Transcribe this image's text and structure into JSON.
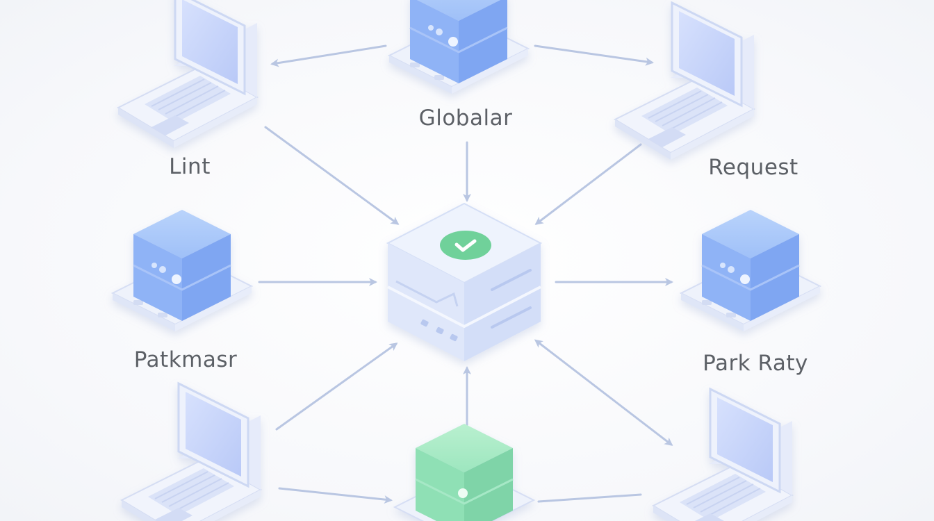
{
  "diagram": {
    "labels": {
      "top": "Globalar",
      "top_left": "Lint",
      "top_right": "Request",
      "mid_left": "Patkmasr",
      "mid_right": "Park Raty"
    },
    "colors": {
      "arrow": "#b9c6e2",
      "laptop_body": "#eef1fb",
      "laptop_screen": "#c9d6fb",
      "server_blue": "#8fb4f8",
      "server_green": "#8fe0b5",
      "hub_body": "#e4ebfb",
      "check_badge": "#6fd19a"
    },
    "icons": {
      "hub": "server-hub-icon",
      "check": "check-badge-icon",
      "laptop": "laptop-icon",
      "server": "server-icon"
    }
  }
}
